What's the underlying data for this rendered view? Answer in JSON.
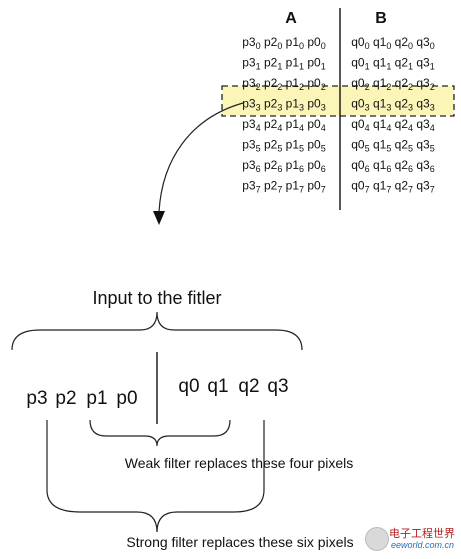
{
  "table": {
    "col_a": "A",
    "col_b": "B",
    "rows": [
      {
        "a": [
          [
            "p3",
            "0"
          ],
          [
            "p2",
            "0"
          ],
          [
            "p1",
            "0"
          ],
          [
            "p0",
            "0"
          ]
        ],
        "b": [
          [
            "q0",
            "0"
          ],
          [
            "q1",
            "0"
          ],
          [
            "q2",
            "0"
          ],
          [
            "q3",
            "0"
          ]
        ]
      },
      {
        "a": [
          [
            "p3",
            "1"
          ],
          [
            "p2",
            "1"
          ],
          [
            "p1",
            "1"
          ],
          [
            "p0",
            "1"
          ]
        ],
        "b": [
          [
            "q0",
            "1"
          ],
          [
            "q1",
            "1"
          ],
          [
            "q2",
            "1"
          ],
          [
            "q3",
            "1"
          ]
        ]
      },
      {
        "a": [
          [
            "p3",
            "2"
          ],
          [
            "p2",
            "2"
          ],
          [
            "p1",
            "2"
          ],
          [
            "p0",
            "2"
          ]
        ],
        "b": [
          [
            "q0",
            "2"
          ],
          [
            "q1",
            "2"
          ],
          [
            "q2",
            "2"
          ],
          [
            "q3",
            "2"
          ]
        ]
      },
      {
        "a": [
          [
            "p3",
            "3"
          ],
          [
            "p2",
            "3"
          ],
          [
            "p1",
            "3"
          ],
          [
            "p0",
            "3"
          ]
        ],
        "b": [
          [
            "q0",
            "3"
          ],
          [
            "q1",
            "3"
          ],
          [
            "q2",
            "3"
          ],
          [
            "q3",
            "3"
          ]
        ],
        "highlight": true
      },
      {
        "a": [
          [
            "p3",
            "4"
          ],
          [
            "p2",
            "4"
          ],
          [
            "p1",
            "4"
          ],
          [
            "p0",
            "4"
          ]
        ],
        "b": [
          [
            "q0",
            "4"
          ],
          [
            "q1",
            "4"
          ],
          [
            "q2",
            "4"
          ],
          [
            "q3",
            "4"
          ]
        ]
      },
      {
        "a": [
          [
            "p3",
            "5"
          ],
          [
            "p2",
            "5"
          ],
          [
            "p1",
            "5"
          ],
          [
            "p0",
            "5"
          ]
        ],
        "b": [
          [
            "q0",
            "5"
          ],
          [
            "q1",
            "5"
          ],
          [
            "q2",
            "5"
          ],
          [
            "q3",
            "5"
          ]
        ]
      },
      {
        "a": [
          [
            "p3",
            "6"
          ],
          [
            "p2",
            "6"
          ],
          [
            "p1",
            "6"
          ],
          [
            "p0",
            "6"
          ]
        ],
        "b": [
          [
            "q0",
            "6"
          ],
          [
            "q1",
            "6"
          ],
          [
            "q2",
            "6"
          ],
          [
            "q3",
            "6"
          ]
        ]
      },
      {
        "a": [
          [
            "p3",
            "7"
          ],
          [
            "p2",
            "7"
          ],
          [
            "p1",
            "7"
          ],
          [
            "p0",
            "7"
          ]
        ],
        "b": [
          [
            "q0",
            "7"
          ],
          [
            "q1",
            "7"
          ],
          [
            "q2",
            "7"
          ],
          [
            "q3",
            "7"
          ]
        ]
      }
    ],
    "highlight_color": "#fbf6b8"
  },
  "diagram": {
    "input_title": "Input to the fitler",
    "p_pixels": [
      "p3",
      "p2",
      "p1",
      "p0"
    ],
    "q_pixels": [
      "q0",
      "q1",
      "q2",
      "q3"
    ],
    "weak_caption": "Weak filter replaces these four pixels",
    "strong_caption": "Strong filter replaces these six pixels"
  },
  "watermark": {
    "logo_text": "电子工程世界",
    "site": "eeworld.com.cn"
  }
}
